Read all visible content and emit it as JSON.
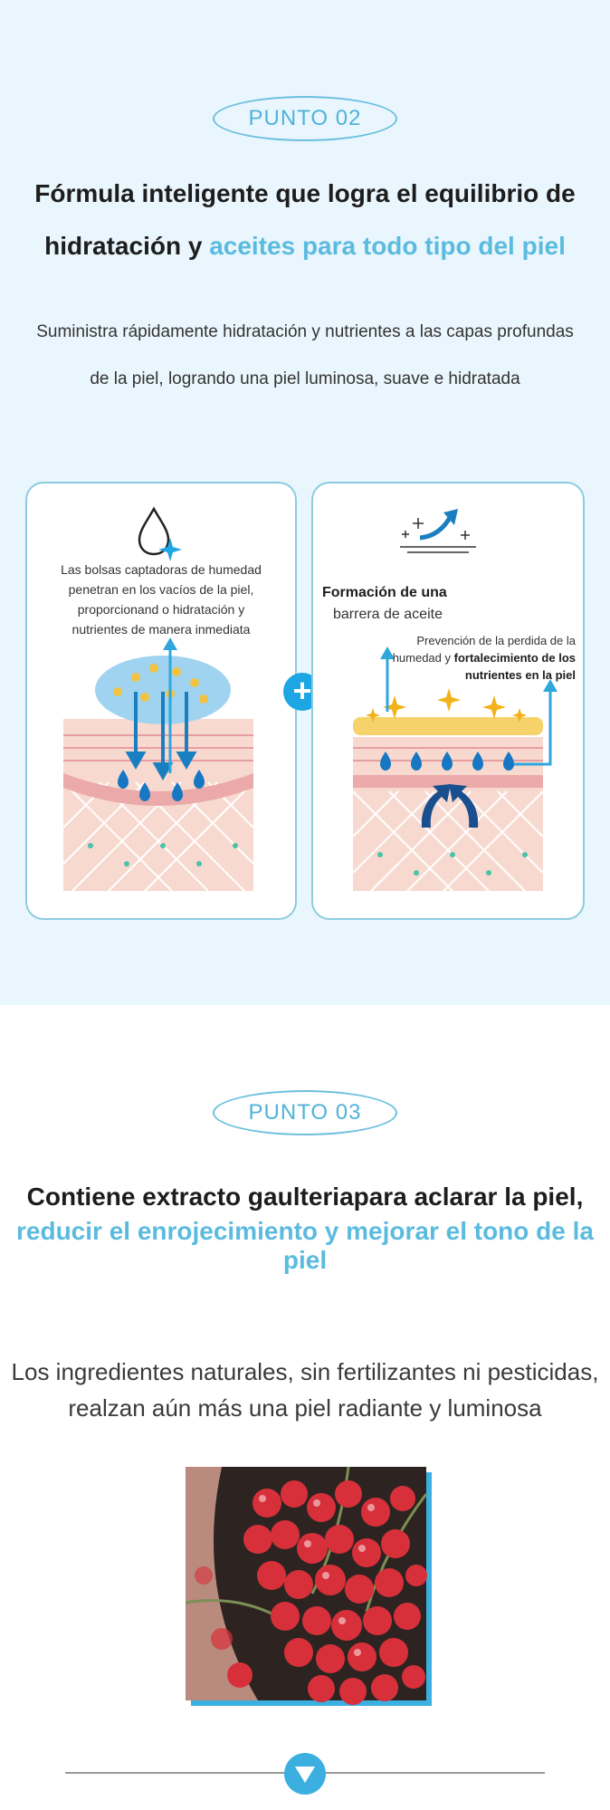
{
  "section1": {
    "badge": "PUNTO 02",
    "title_line1": "Fórmula inteligente que logra el equilibrio de",
    "title_line2_plain": "hidratación y ",
    "title_line2_accent": "aceites para todo tipo del piel",
    "subtitle_line1": "Suministra rápidamente hidratación y nutrientes a las capas profundas",
    "subtitle_line2": "de la piel, logrando una piel  luminosa, suave e hidratada",
    "card_left": {
      "lines": [
        "Las bolsas captadoras de humedad",
        "penetran en los vacíos de la piel,",
        "proporcionand o hidratación y",
        "nutrientes de  manera inmediata"
      ]
    },
    "plus_symbol": "+",
    "card_right": {
      "heading": "Formación de una",
      "heading2": "barrera de aceite",
      "desc_line1": "Prevención de la perdida de la",
      "desc_line2_plain": "humedad y ",
      "desc_line2_bold": "fortalecimiento de los",
      "desc_line3_bold": "nutrientes en la piel"
    }
  },
  "section2": {
    "badge": "PUNTO 03",
    "title_line1": "Contiene extracto gaulteriapara aclarar la piel,",
    "title_line2": "reducir el enrojecimiento y mejorar el tono de la piel",
    "subtitle_line1": "Los ingredientes naturales, sin fertilizantes ni pesticidas,",
    "subtitle_line2": "realzan aún más una piel radiante y luminosa"
  },
  "colors": {
    "accent": "#5bbbdf",
    "section_bg": "#eaf6fd",
    "plus_blue": "#1da6e4",
    "berry_red": "#d8303a"
  },
  "icons": {
    "left_card": "water-drop-sparkle-icon",
    "right_card": "sparkle-arrow-barrier-icon",
    "footer": "chevron-down-icon"
  }
}
